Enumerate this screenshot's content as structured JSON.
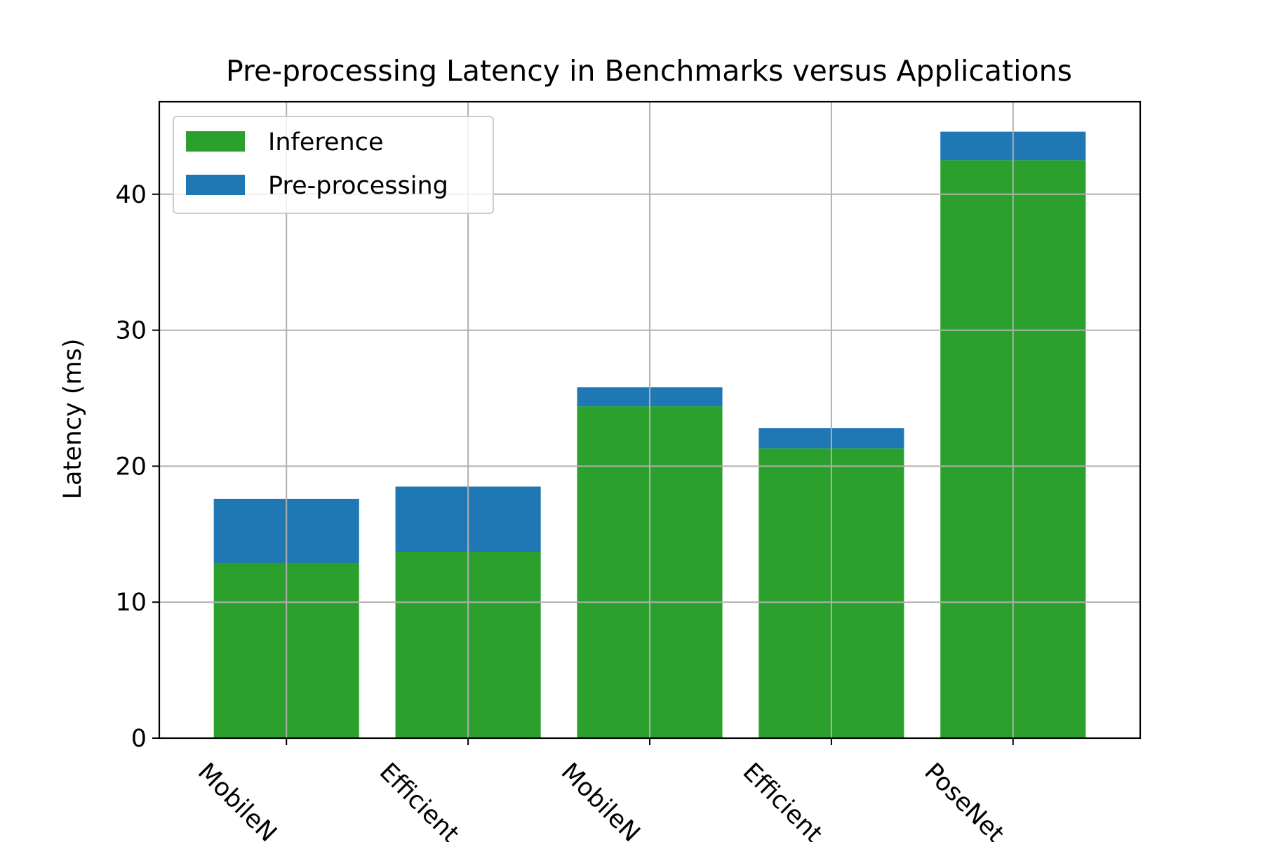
{
  "chart_data": {
    "type": "bar",
    "stacked": true,
    "title": "Pre-processing Latency in Benchmarks versus Applications",
    "xlabel": "",
    "ylabel": "Latency (ms)",
    "ylim": [
      0,
      46.8
    ],
    "yticks": [
      0,
      10,
      20,
      30,
      40
    ],
    "grid": true,
    "legend_position": "top-left",
    "categories": [
      "MobileNet",
      "EfficientNet",
      "MobileNet",
      "EfficientNet",
      "PoseNet"
    ],
    "visible_category_labels": [
      "MobileN",
      "Efficient",
      "MobileN",
      "Efficient",
      "PoseNet"
    ],
    "series": [
      {
        "name": "Inference",
        "color": "#2ca02c",
        "values": [
          12.9,
          13.7,
          24.4,
          21.3,
          42.5
        ]
      },
      {
        "name": "Pre-processing",
        "color": "#1f77b4",
        "values": [
          4.7,
          4.8,
          1.4,
          1.5,
          2.1
        ]
      }
    ]
  }
}
